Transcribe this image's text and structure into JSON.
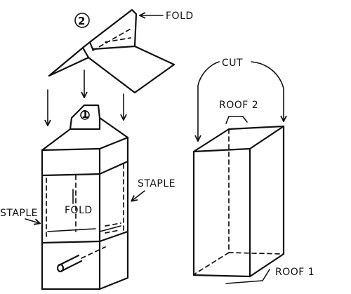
{
  "labels": {
    "fold_top": "FOLD",
    "step_two": "2",
    "step_one": "1",
    "staple_right": "STAPLE",
    "staple_left": "STAPLE",
    "fold_inner": "FOLD",
    "cut": "CUT",
    "roof_two": "ROOF 2",
    "roof_one": "ROOF 1"
  }
}
